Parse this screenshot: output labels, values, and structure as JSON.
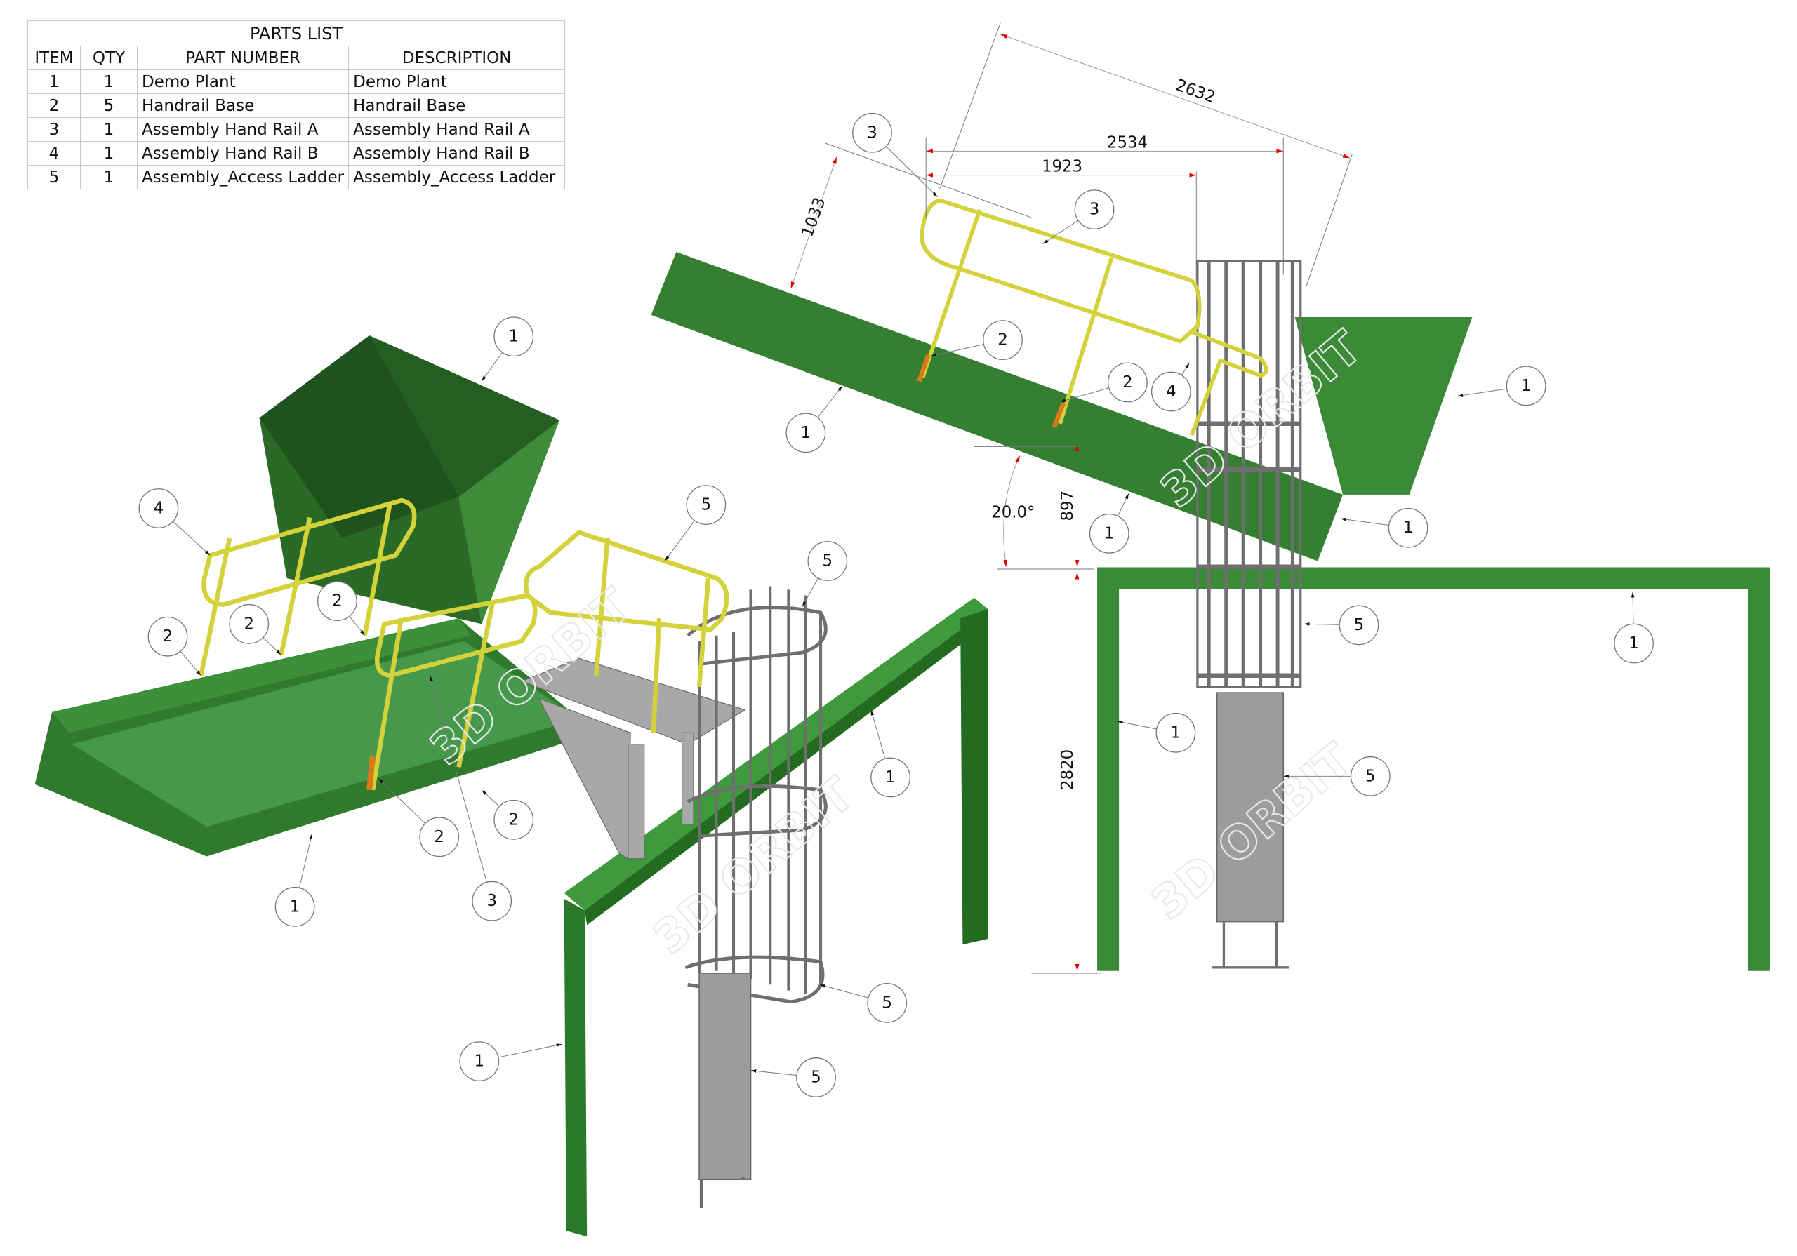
{
  "parts_list": {
    "title": "PARTS LIST",
    "headers": [
      "ITEM",
      "QTY",
      "PART NUMBER",
      "DESCRIPTION"
    ],
    "rows": [
      [
        "1",
        "1",
        "Demo Plant",
        "Demo Plant"
      ],
      [
        "2",
        "5",
        "Handrail Base",
        "Handrail Base"
      ],
      [
        "3",
        "1",
        "Assembly Hand Rail A",
        "Assembly Hand Rail A"
      ],
      [
        "4",
        "1",
        "Assembly Hand Rail B",
        "Assembly Hand Rail B"
      ],
      [
        "5",
        "1",
        "Assembly_Access Ladder",
        "Assembly_Access Ladder"
      ]
    ]
  },
  "dimensions": {
    "d2632": "2632",
    "d2534": "2534",
    "d1923": "1923",
    "d1033": "1033",
    "d897": "897",
    "angle": "20.0°",
    "d2820": "2820"
  },
  "watermark": "3D ORBIT",
  "balloons": [
    "1",
    "4",
    "2",
    "2",
    "2",
    "5",
    "5",
    "1",
    "2",
    "2",
    "3",
    "1",
    "5",
    "1",
    "5",
    "3",
    "3",
    "2",
    "2",
    "4",
    "1",
    "1",
    "1",
    "1",
    "5",
    "1",
    "1",
    "5"
  ],
  "colors": {
    "structure_green": "#3a8a38",
    "rail_yellow": "#d4d23a",
    "base_orange": "#d97a1a",
    "ladder_gray": "#8a8a8a",
    "dimension_red": "#e00000"
  }
}
